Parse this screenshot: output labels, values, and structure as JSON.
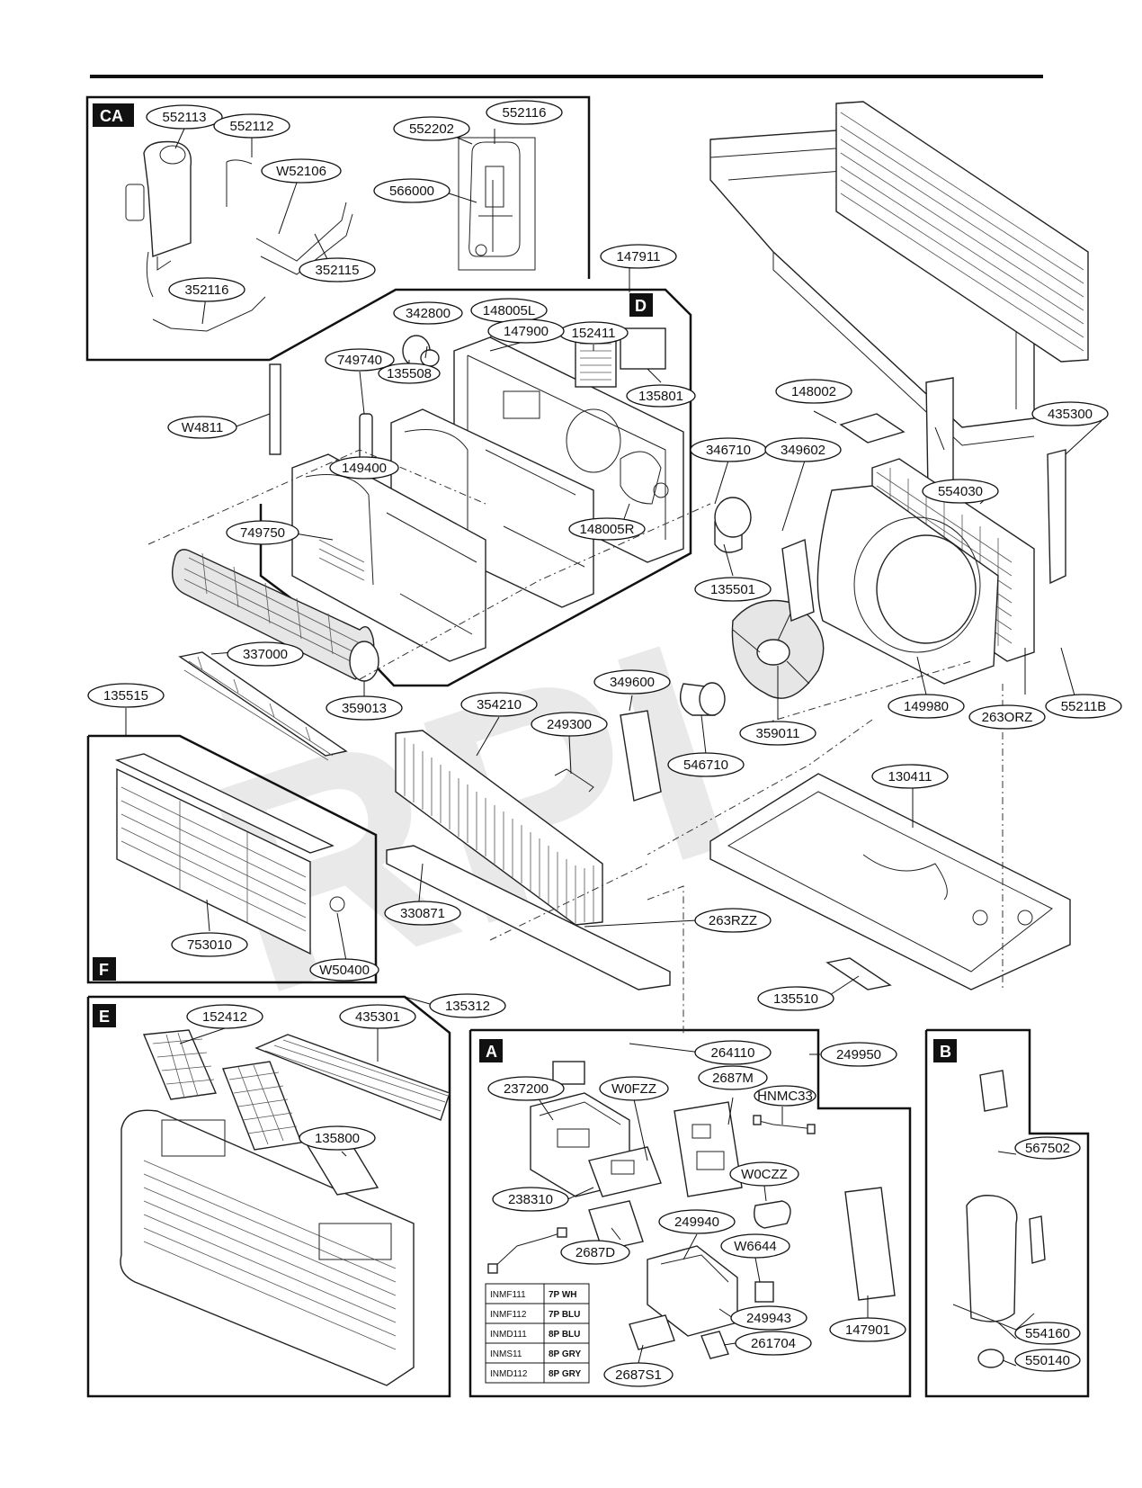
{
  "watermark": "RPI",
  "sections": {
    "CA": "CA",
    "D": "D",
    "F": "F",
    "E": "E",
    "A": "A",
    "B": "B"
  },
  "labels": {
    "p552113": "552113",
    "p552112": "552112",
    "p552116": "552116",
    "p552202": "552202",
    "pW52106": "W52106",
    "p566000": "566000",
    "p352115": "352115",
    "p352116": "352116",
    "p147911": "147911",
    "p342800": "342800",
    "p148005L": "148005L",
    "p152411": "152411",
    "p147900": "147900",
    "p749740": "749740",
    "p135508": "135508",
    "p135801": "135801",
    "pW4811": "W4811",
    "p149400": "149400",
    "p148002": "148002",
    "p435300": "435300",
    "p346710": "346710",
    "p349602": "349602",
    "p554030": "554030",
    "p749750": "749750",
    "p148005R": "148005R",
    "p135501": "135501",
    "p337000": "337000",
    "p359013": "359013",
    "p135515": "135515",
    "p349600": "349600",
    "p354210": "354210",
    "p249300": "249300",
    "p546710": "546710",
    "p359011": "359011",
    "p149980": "149980",
    "p263ORZ": "263ORZ",
    "p55211B": "55211B",
    "p130411": "130411",
    "p330871": "330871",
    "p263RZZ": "263RZZ",
    "p753010": "753010",
    "pW50400": "W50400",
    "p135510": "135510",
    "p135312": "135312",
    "p152412": "152412",
    "p435301": "435301",
    "p135800": "135800",
    "p264110": "264110",
    "p249950": "249950",
    "p237200": "237200",
    "pW0FZZ": "W0FZZ",
    "p2687M": "2687M",
    "pHNMC33": "HNMC33",
    "pW0CZZ": "W0CZZ",
    "p238310": "238310",
    "p249940": "249940",
    "p2687D": "2687D",
    "pW6644": "W6644",
    "p249943": "249943",
    "p261704": "261704",
    "p2687S1": "2687S1",
    "p147901": "147901",
    "p567502": "567502",
    "p554160": "554160",
    "p550140": "550140"
  },
  "cable_table": [
    {
      "code": "INMF111",
      "spec": "7P WH"
    },
    {
      "code": "INMF112",
      "spec": "7P BLU"
    },
    {
      "code": "INMD111",
      "spec": "8P BLU"
    },
    {
      "code": "INMS11",
      "spec": "8P GRY"
    },
    {
      "code": "INMD112",
      "spec": "8P GRY"
    }
  ]
}
